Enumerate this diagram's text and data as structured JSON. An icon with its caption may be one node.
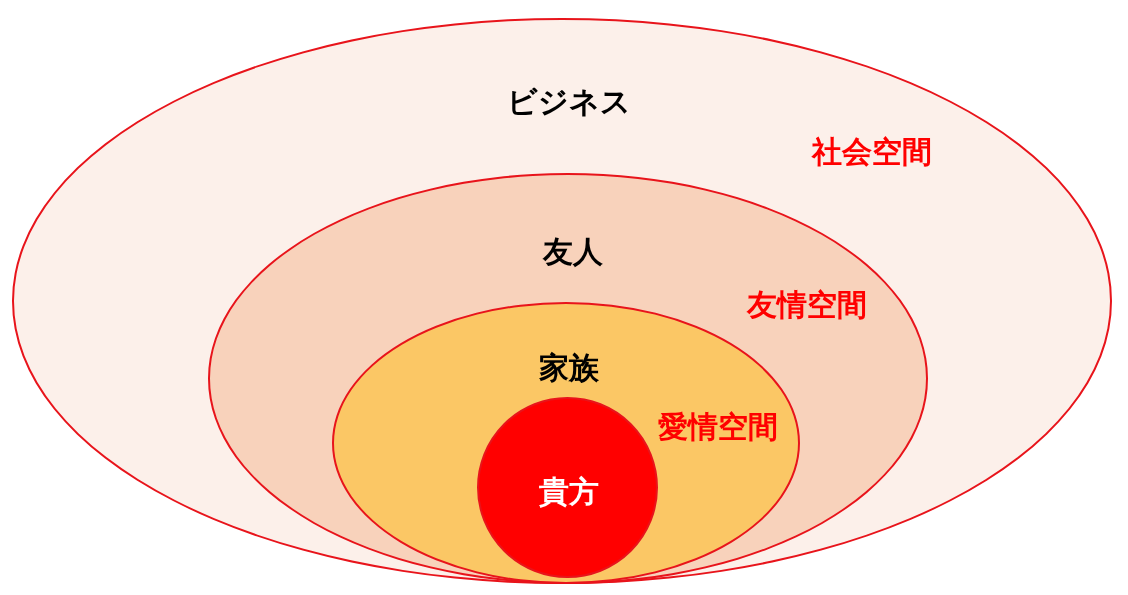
{
  "diagram": {
    "nodes": [
      {
        "text": [
          "ビジネス",
          "社会空間"
        ]
      },
      {
        "text": [
          "友人",
          "友情空間"
        ],
        "in": 0
      },
      {
        "text": [
          "家族",
          "愛情空間"
        ],
        "in": 1
      },
      {
        "text": [
          "貴方"
        ],
        "in": 2
      }
    ],
    "edges": []
  }
}
